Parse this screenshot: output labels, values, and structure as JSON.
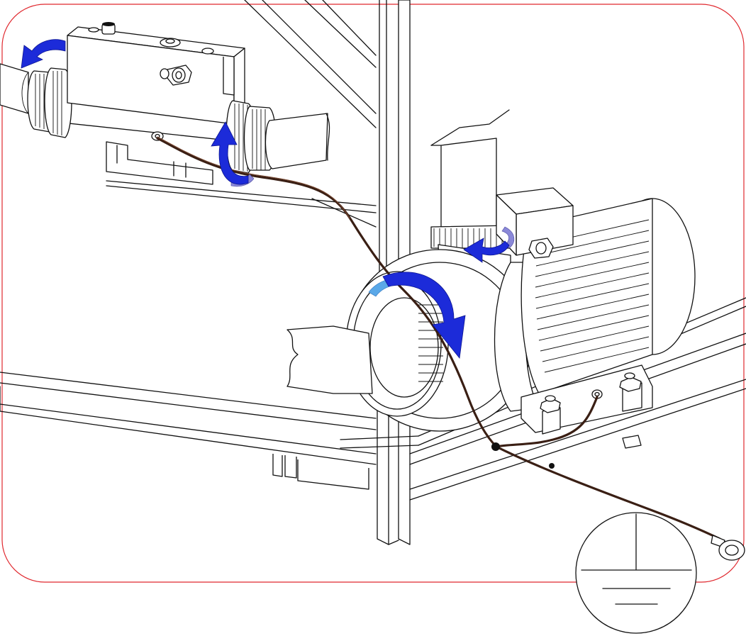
{
  "diagram": {
    "frame_color": "#e0282e",
    "line_color": "#111111",
    "cable_color": "#3a1f14",
    "arrow_color": "#1c2bd9",
    "arrow_light_color": "#5aa8e8",
    "components": [
      "heater-unit",
      "pump",
      "motor",
      "frame",
      "pipes",
      "ground-cable",
      "ground-symbol"
    ],
    "rotation_arrows": 4
  }
}
